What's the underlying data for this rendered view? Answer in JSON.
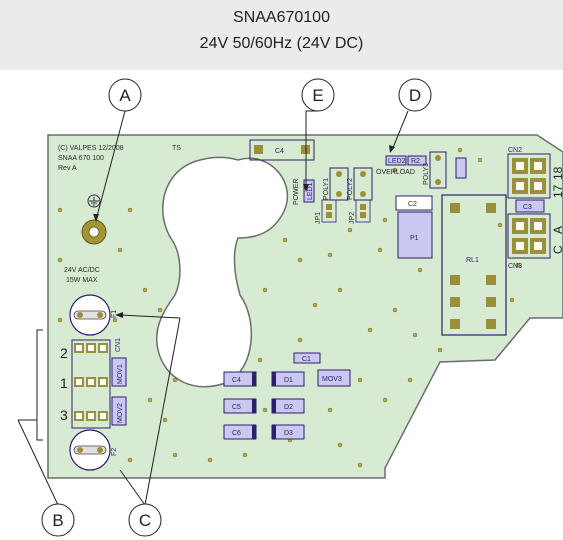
{
  "header": {
    "part_number": "SNAA670100",
    "voltage": "24V 50/60Hz (24V DC)"
  },
  "board": {
    "copyright": "(C) VALPES 12/2008",
    "part_code": "SNAA 670 100",
    "revision": "Rev A",
    "ts_mark": "TS",
    "supply_rating_1": "24V AC/DC",
    "supply_rating_2": "15W MAX",
    "power_label": "POWER",
    "overload_label": "OVERLOAD",
    "relay_label": "RL1",
    "pot_label": "P1",
    "components": {
      "c4_top": "C4",
      "c2": "C2",
      "c1": "C1",
      "c3": "C3",
      "c5": "C5",
      "c6": "C6",
      "c4_low": "C4",
      "d1": "D1",
      "d2": "D2",
      "d3": "D3",
      "mov1": "MOV1",
      "mov2": "MOV2",
      "mov3": "MOV3",
      "led1": "LED1",
      "led2": "LED2",
      "r2": "R2",
      "poly1": "POLY1",
      "poly2": "POLY2",
      "poly3": "POLY3",
      "jp1": "JP1",
      "jp2": "JP2",
      "f1": "F1",
      "f2": "F2",
      "cn1": "CN1",
      "cn2": "CN2",
      "cn3": "CN3"
    },
    "terminals_left": [
      "2",
      "1",
      "3"
    ],
    "terminals_right": [
      "18",
      "17",
      "A",
      "C"
    ]
  },
  "callouts": [
    "A",
    "B",
    "C",
    "D",
    "E"
  ],
  "colors": {
    "board": "#d6ebd1",
    "outline": "#6c6c6c",
    "pad": "#9c8f3a",
    "component": "#c8c8f0",
    "component_stroke": "#2f1d6f"
  }
}
